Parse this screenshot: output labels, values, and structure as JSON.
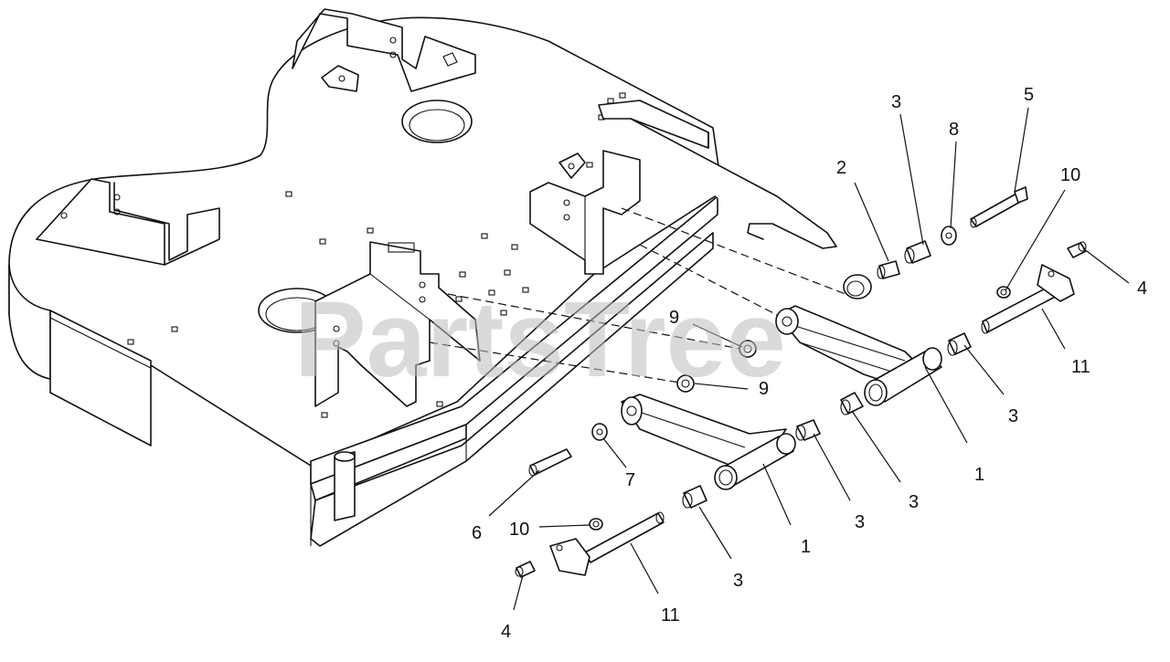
{
  "watermark": "PartsTree",
  "callouts": [
    {
      "id": "c-2",
      "text": "2"
    },
    {
      "id": "c-3a",
      "text": "3"
    },
    {
      "id": "c-8",
      "text": "8"
    },
    {
      "id": "c-5",
      "text": "5"
    },
    {
      "id": "c-10a",
      "text": "10"
    },
    {
      "id": "c-4a",
      "text": "4"
    },
    {
      "id": "c-9a",
      "text": "9"
    },
    {
      "id": "c-9b",
      "text": "9"
    },
    {
      "id": "c-11a",
      "text": "11"
    },
    {
      "id": "c-3b",
      "text": "3"
    },
    {
      "id": "c-1a",
      "text": "1"
    },
    {
      "id": "c-3c",
      "text": "3"
    },
    {
      "id": "c-7",
      "text": "7"
    },
    {
      "id": "c-6",
      "text": "6"
    },
    {
      "id": "c-3d",
      "text": "3"
    },
    {
      "id": "c-1b",
      "text": "1"
    },
    {
      "id": "c-10b",
      "text": "10"
    },
    {
      "id": "c-3e",
      "text": "3"
    },
    {
      "id": "c-11b",
      "text": "11"
    },
    {
      "id": "c-4b",
      "text": "4"
    }
  ]
}
